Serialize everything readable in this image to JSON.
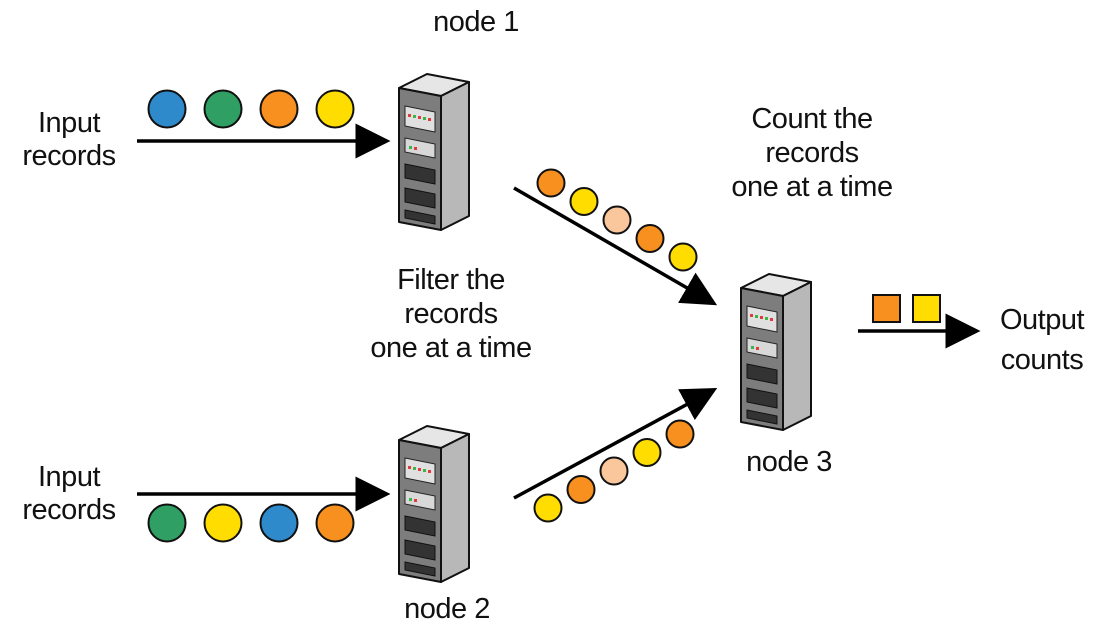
{
  "colors": {
    "blue": "#2f8acb",
    "green": "#2f9f63",
    "orange": "#f7901e",
    "yellow": "#ffdd00",
    "peach": "#f9c79b",
    "arrow": "#000000",
    "server_front": "#7a7a7a",
    "server_side": "#bdbdbd",
    "server_top": "#e6e6e6"
  },
  "labels": {
    "node1": "node 1",
    "node2": "node 2",
    "node3": "node 3",
    "input_top_line1": "Input",
    "input_top_line2": "records",
    "input_bottom_line1": "Input",
    "input_bottom_line2": "records",
    "filter_line1": "Filter the",
    "filter_line2": "records",
    "filter_line3": "one at a time",
    "count_line1": "Count the",
    "count_line2": "records",
    "count_line3": "one at a time",
    "output_line1": "Output",
    "output_line2": "counts"
  },
  "records": {
    "input_top": [
      "blue",
      "green",
      "orange",
      "yellow"
    ],
    "input_bottom": [
      "green",
      "yellow",
      "blue",
      "orange"
    ],
    "stream_top": [
      "orange",
      "yellow",
      "peach",
      "orange",
      "yellow"
    ],
    "stream_bottom": [
      "yellow",
      "orange",
      "peach",
      "yellow",
      "orange"
    ],
    "output": [
      "orange",
      "yellow"
    ]
  },
  "icons": {
    "server": "server-icon",
    "arrow": "arrow-icon"
  }
}
